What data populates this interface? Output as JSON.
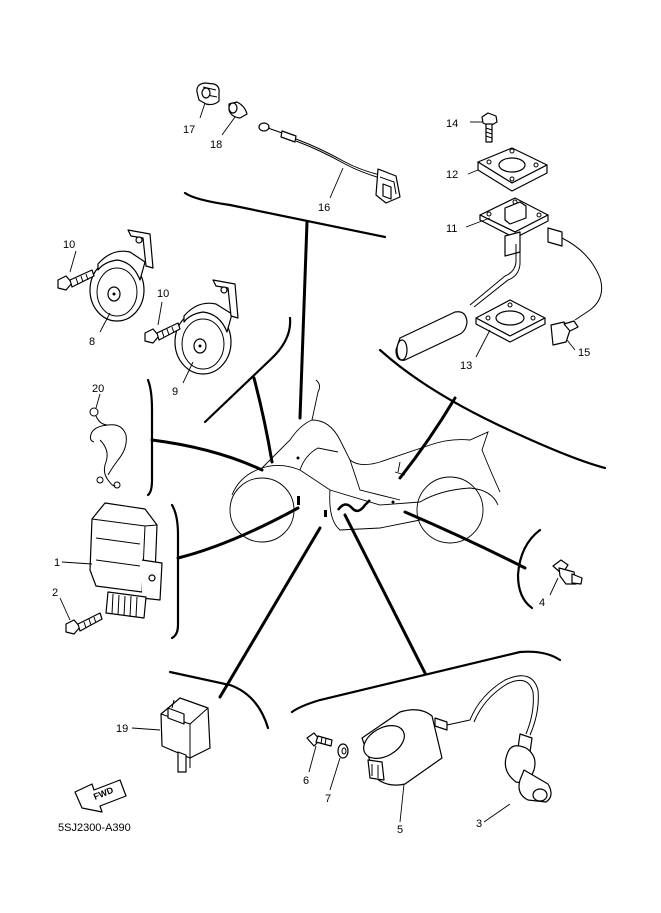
{
  "diagram": {
    "code": "5SJ2300-A390",
    "fwd_label": "FWD"
  },
  "callouts": [
    {
      "id": "c1",
      "text": "1"
    },
    {
      "id": "c2",
      "text": "2"
    },
    {
      "id": "c3",
      "text": "3"
    },
    {
      "id": "c4",
      "text": "4"
    },
    {
      "id": "c5",
      "text": "5"
    },
    {
      "id": "c6",
      "text": "6"
    },
    {
      "id": "c7",
      "text": "7"
    },
    {
      "id": "c8",
      "text": "8"
    },
    {
      "id": "c9",
      "text": "9"
    },
    {
      "id": "c10a",
      "text": "10"
    },
    {
      "id": "c10b",
      "text": "10"
    },
    {
      "id": "c11",
      "text": "11"
    },
    {
      "id": "c12",
      "text": "12"
    },
    {
      "id": "c13",
      "text": "13"
    },
    {
      "id": "c14",
      "text": "14"
    },
    {
      "id": "c15",
      "text": "15"
    },
    {
      "id": "c16",
      "text": "16"
    },
    {
      "id": "c17",
      "text": "17"
    },
    {
      "id": "c18",
      "text": "18"
    },
    {
      "id": "c19",
      "text": "19"
    },
    {
      "id": "c20",
      "text": "20"
    }
  ]
}
